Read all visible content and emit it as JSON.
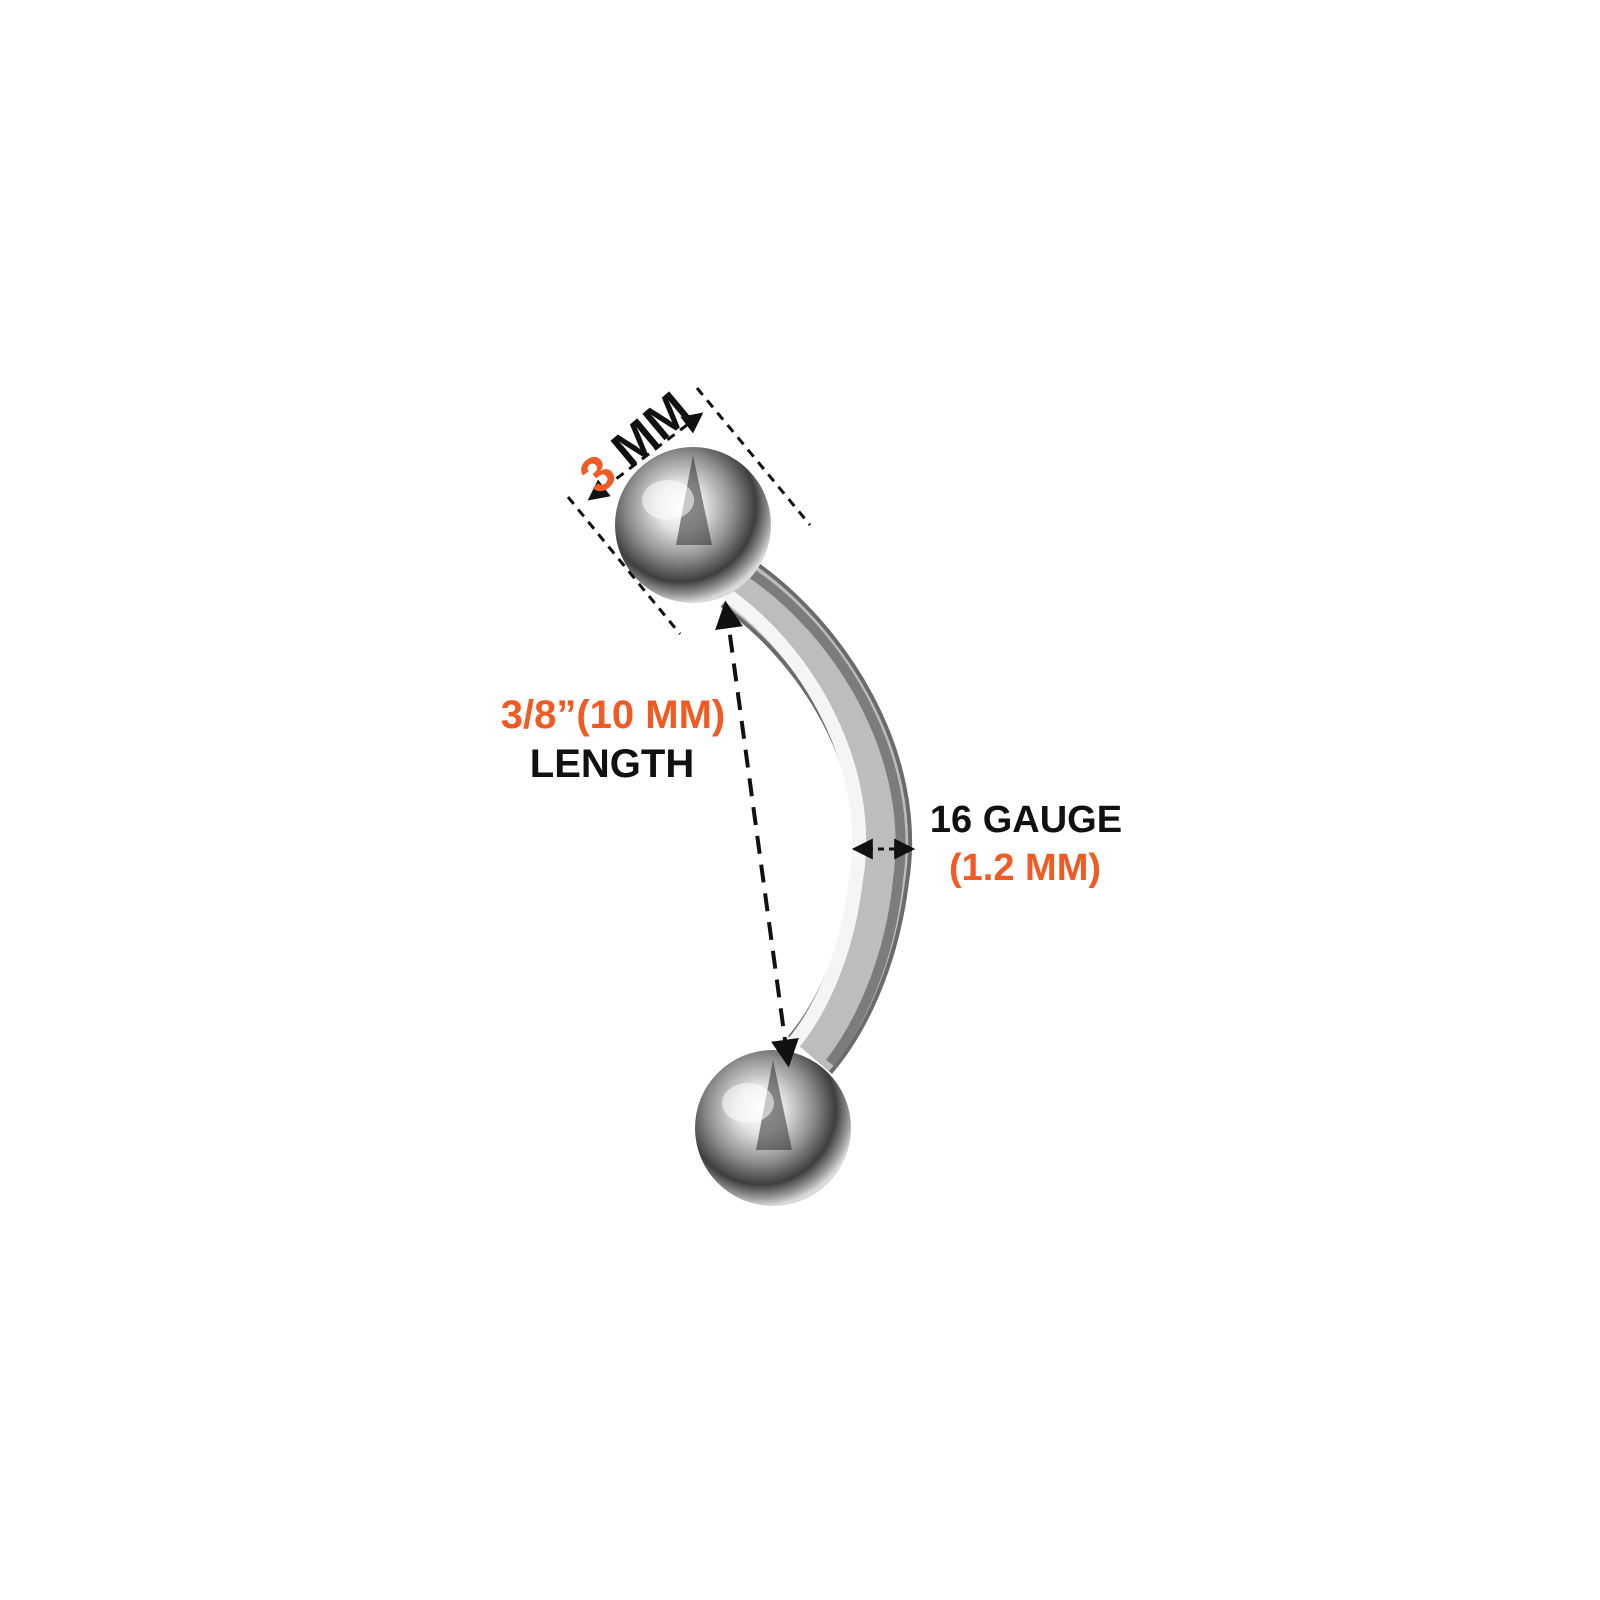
{
  "colors": {
    "background": "#ffffff",
    "accent": "#f15a22",
    "text": "#111111",
    "metal_light": "#f4f4f4",
    "metal_mid": "#b9b9b9",
    "metal_dark": "#4a4a4a"
  },
  "ball_size": {
    "value": "3",
    "unit": " MM"
  },
  "length": {
    "value": "3/8”(10 MM)",
    "label": "LENGTH"
  },
  "gauge": {
    "label": "16 GAUGE",
    "value": "(1.2 MM)"
  }
}
